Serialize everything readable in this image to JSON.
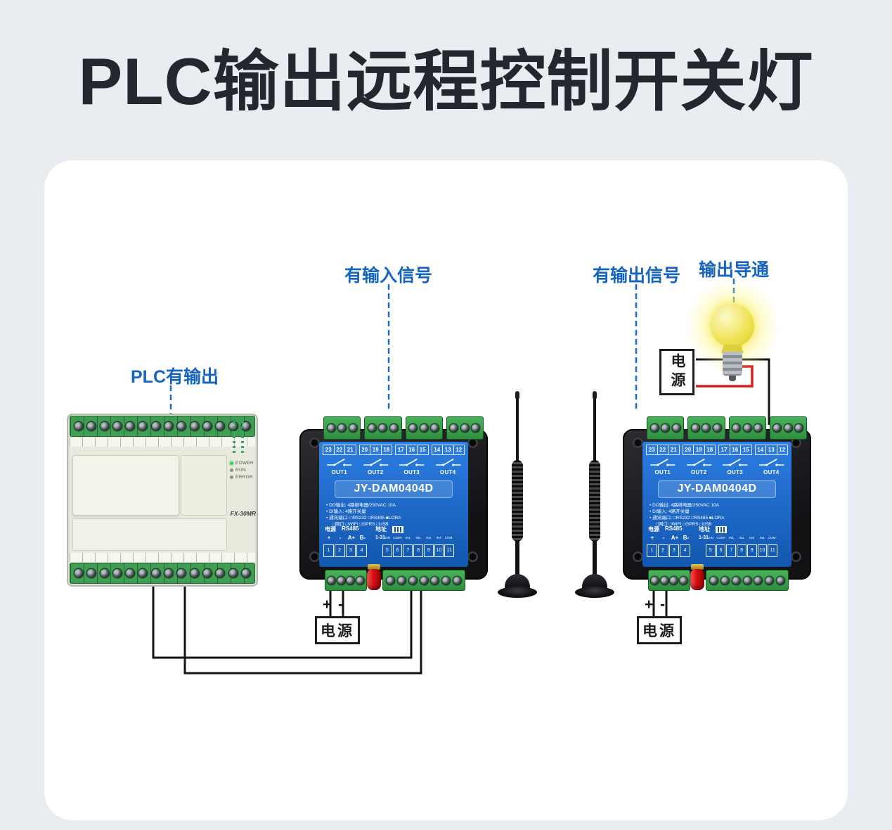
{
  "page": {
    "title": "PLC输出远程控制开关灯"
  },
  "labels": {
    "plc_output": "PLC有输出",
    "input_signal": "有输入信号",
    "output_signal": "有输出信号",
    "output_on": "输出导通",
    "power": "电源",
    "plus": "+",
    "minus": "-"
  },
  "plc": {
    "model": "FX-30MR",
    "leds": [
      "POWER",
      "RUN",
      "ERROR"
    ]
  },
  "dam": {
    "model": "JY-DAM0404D",
    "top_groups": [
      [
        "23",
        "22",
        "21"
      ],
      [
        "20",
        "19",
        "18"
      ],
      [
        "17",
        "16",
        "15"
      ],
      [
        "14",
        "13",
        "12"
      ]
    ],
    "out_labels": [
      "OUT1",
      "OUT2",
      "OUT3",
      "OUT4"
    ],
    "specs": [
      "• DO输出: 4路继电器/250VAC 10A",
      "• DI输入: 4路开关量",
      "• 通讯端口: □RS232 □RS485 ■LORA",
      "□网口  □WIFI  □GPRS  □USB"
    ],
    "power_header": "电源",
    "rs485_header": "RS485",
    "addr_header": "地址",
    "pins": [
      "+",
      "-",
      "A+",
      "B-"
    ],
    "addr_range": "1-31",
    "io_labels": [
      "VIN",
      "COM+",
      "IN1",
      "IN2",
      "IN3",
      "IN4",
      "COM-"
    ],
    "cells_left": [
      "1",
      "2",
      "3",
      "4"
    ],
    "cells_right": [
      "5",
      "6",
      "7",
      "8",
      "9",
      "10",
      "11"
    ]
  }
}
